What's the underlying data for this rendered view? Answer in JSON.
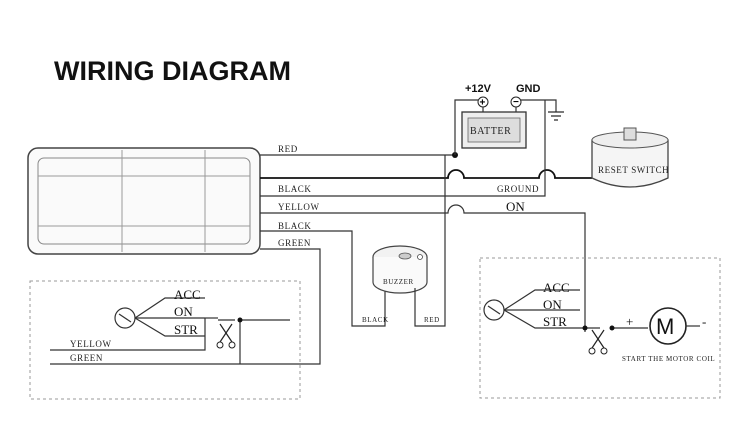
{
  "title": "WIRING DIAGRAM",
  "battery": {
    "label": "BATTER",
    "positive": "+12V",
    "negative": "GND"
  },
  "reset_switch": {
    "label": "RESET SWITCH"
  },
  "wires": {
    "red": "RED",
    "black_top": "BLACK",
    "yellow": "YELLOW",
    "black_2": "BLACK",
    "green": "GREEN",
    "ground": "GROUND",
    "on": "ON"
  },
  "buzzer": {
    "label": "BUZZER",
    "black": "BLACK",
    "red": "RED"
  },
  "left_switch": {
    "acc": "ACC",
    "on": "ON",
    "str": "STR",
    "yellow": "YELLOW",
    "green": "GREEN"
  },
  "right_switch": {
    "acc": "ACC",
    "on": "ON",
    "str": "STR"
  },
  "motor": {
    "symbol": "M",
    "plus": "+",
    "minus": "-",
    "caption": "START THE MOTOR COIL"
  }
}
